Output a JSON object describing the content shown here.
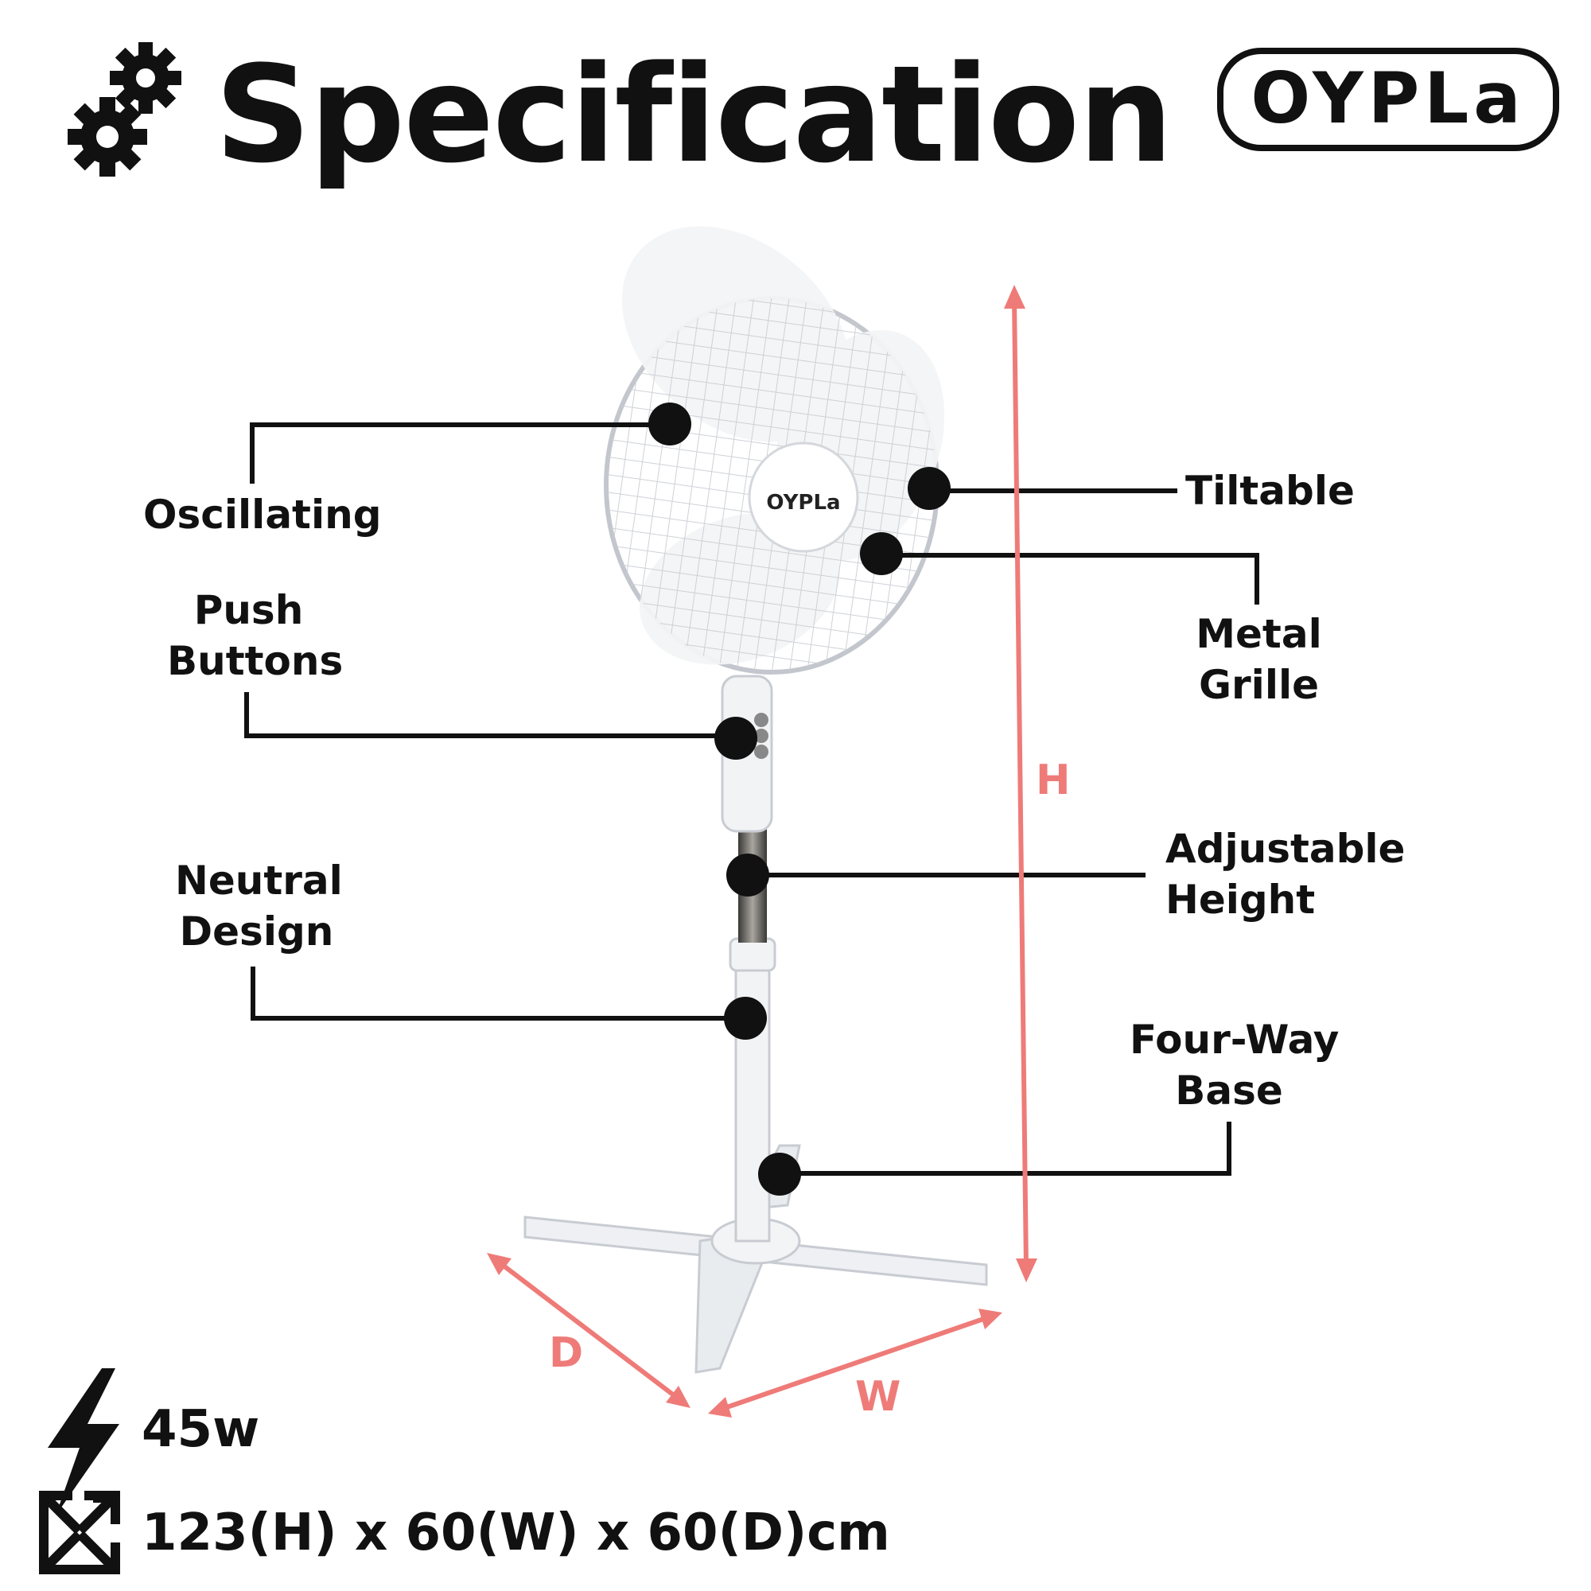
{
  "header": {
    "title": "Specification",
    "logo_text": "OYPLa",
    "gear_icon": "gears-icon"
  },
  "product": {
    "hub_logo_text": "OYPLa"
  },
  "features": {
    "oscillating": "Oscillating",
    "push_buttons_1": "Push",
    "push_buttons_2": "Buttons",
    "neutral_design_1": "Neutral",
    "neutral_design_2": "Design",
    "tiltable": "Tiltable",
    "metal_grille_1": "Metal",
    "metal_grille_2": "Grille",
    "adjustable_height_1": "Adjustable",
    "adjustable_height_2": "Height",
    "four_way_base_1": "Four-Way",
    "four_way_base_2": "Base"
  },
  "dimensions": {
    "h_label": "H",
    "w_label": "W",
    "d_label": "D",
    "arrow_color": "#ee7b78"
  },
  "specs": {
    "power": "45w",
    "power_icon": "lightning-bolt-icon",
    "size": "123(H) x 60(W) x 60(D)cm",
    "size_icon": "expand-arrows-icon"
  }
}
